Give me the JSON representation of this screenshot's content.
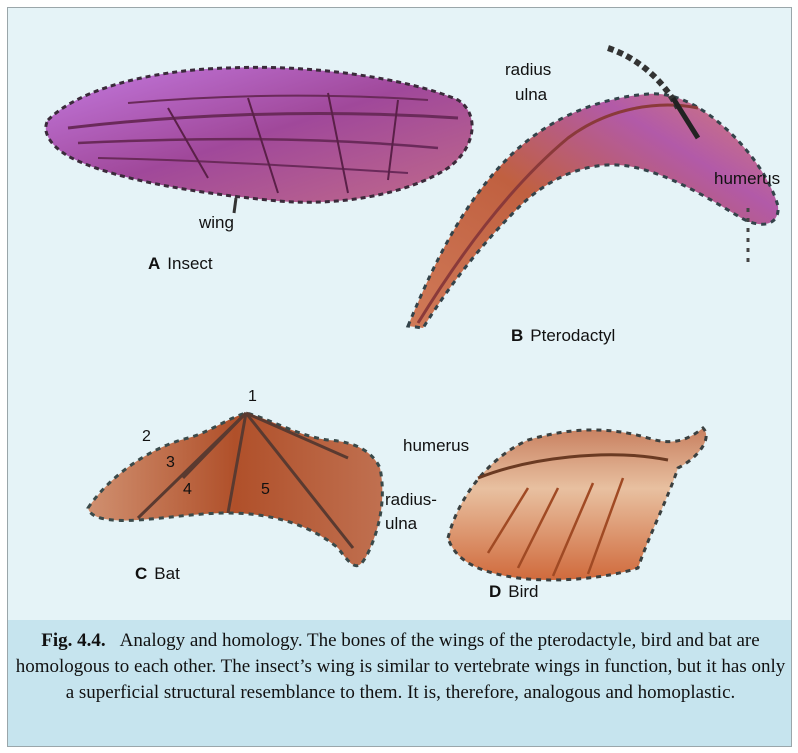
{
  "panels": {
    "A": {
      "letter": "A",
      "name": "Insect",
      "labels": {
        "wing": "wing"
      }
    },
    "B": {
      "letter": "B",
      "name": "Pterodactyl",
      "labels": {
        "radius": "radius",
        "ulna": "ulna",
        "humerus": "humerus"
      }
    },
    "C": {
      "letter": "C",
      "name": "Bat",
      "digits": [
        "1",
        "2",
        "3",
        "4",
        "5"
      ]
    },
    "D": {
      "letter": "D",
      "name": "Bird",
      "labels": {
        "humerus": "humerus",
        "radius_ulna_1": "radius-",
        "radius_ulna_2": "ulna"
      }
    }
  },
  "caption": {
    "figure_label": "Fig. 4.4.",
    "text": "Analogy and homology. The bones of the wings of the pterodactyle, bird and bat are homologous to each other. The insect’s wing is similar to vertebrate wings in function, but it has only a superficial structural resemblance to them. It is, therefore, analogous and homoplastic."
  },
  "colors": {
    "background": "#e5f3f7",
    "caption_background": "#c6e4ee",
    "insect_wing": "#b45ad2",
    "pterodactyl_wing": "#c0643c",
    "bat_wing": "#b85a30",
    "bird_wing": "#d0794a"
  }
}
